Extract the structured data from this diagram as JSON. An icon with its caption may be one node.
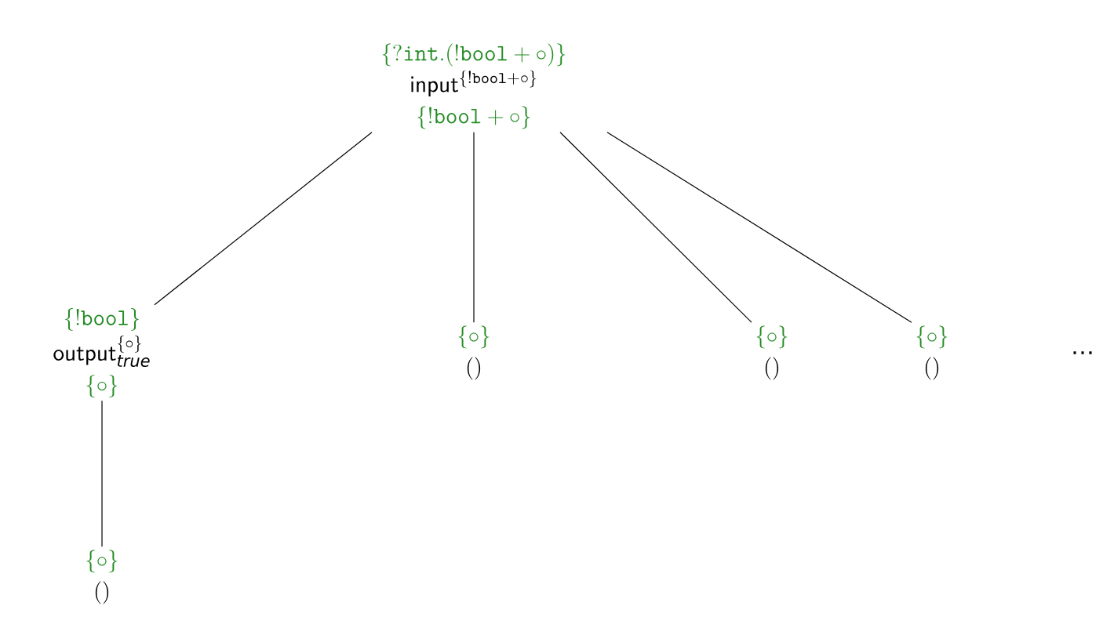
{
  "diagram": {
    "nodes": [
      {
        "text": [
          "\\{?\\mathtt{int}.(!\\mathtt{bool}+\\circ)\\}",
          "\\mathsf{input}^{\\{!\\mathtt{bool}+\\circ\\}}",
          "\\{!\\mathtt{bool}+\\circ\\}"
        ]
      },
      {
        "text": [
          "\\{!\\mathtt{bool}\\}",
          "\\mathsf{output}^{\\{\\circ\\}}_{\\mathit{true}}",
          "\\{\\circ\\}"
        ]
      },
      {
        "text": [
          "\\{\\circ\\}",
          "()"
        ]
      },
      {
        "text": [
          "\\{\\circ\\}",
          "()"
        ]
      },
      {
        "text": [
          "\\{\\circ\\}",
          "()"
        ]
      },
      {
        "text": [
          "\\{\\circ\\}",
          "()"
        ]
      }
    ],
    "edges": [
      {
        "from": 0,
        "to": 1,
        "arrow": "none"
      },
      {
        "from": 0,
        "to": 3,
        "arrow": "none"
      },
      {
        "from": 0,
        "to": 4,
        "arrow": "none"
      },
      {
        "from": 0,
        "to": 5,
        "arrow": "none"
      },
      {
        "from": 1,
        "to": 2,
        "arrow": "none"
      }
    ],
    "labels": [
      "…"
    ]
  }
}
